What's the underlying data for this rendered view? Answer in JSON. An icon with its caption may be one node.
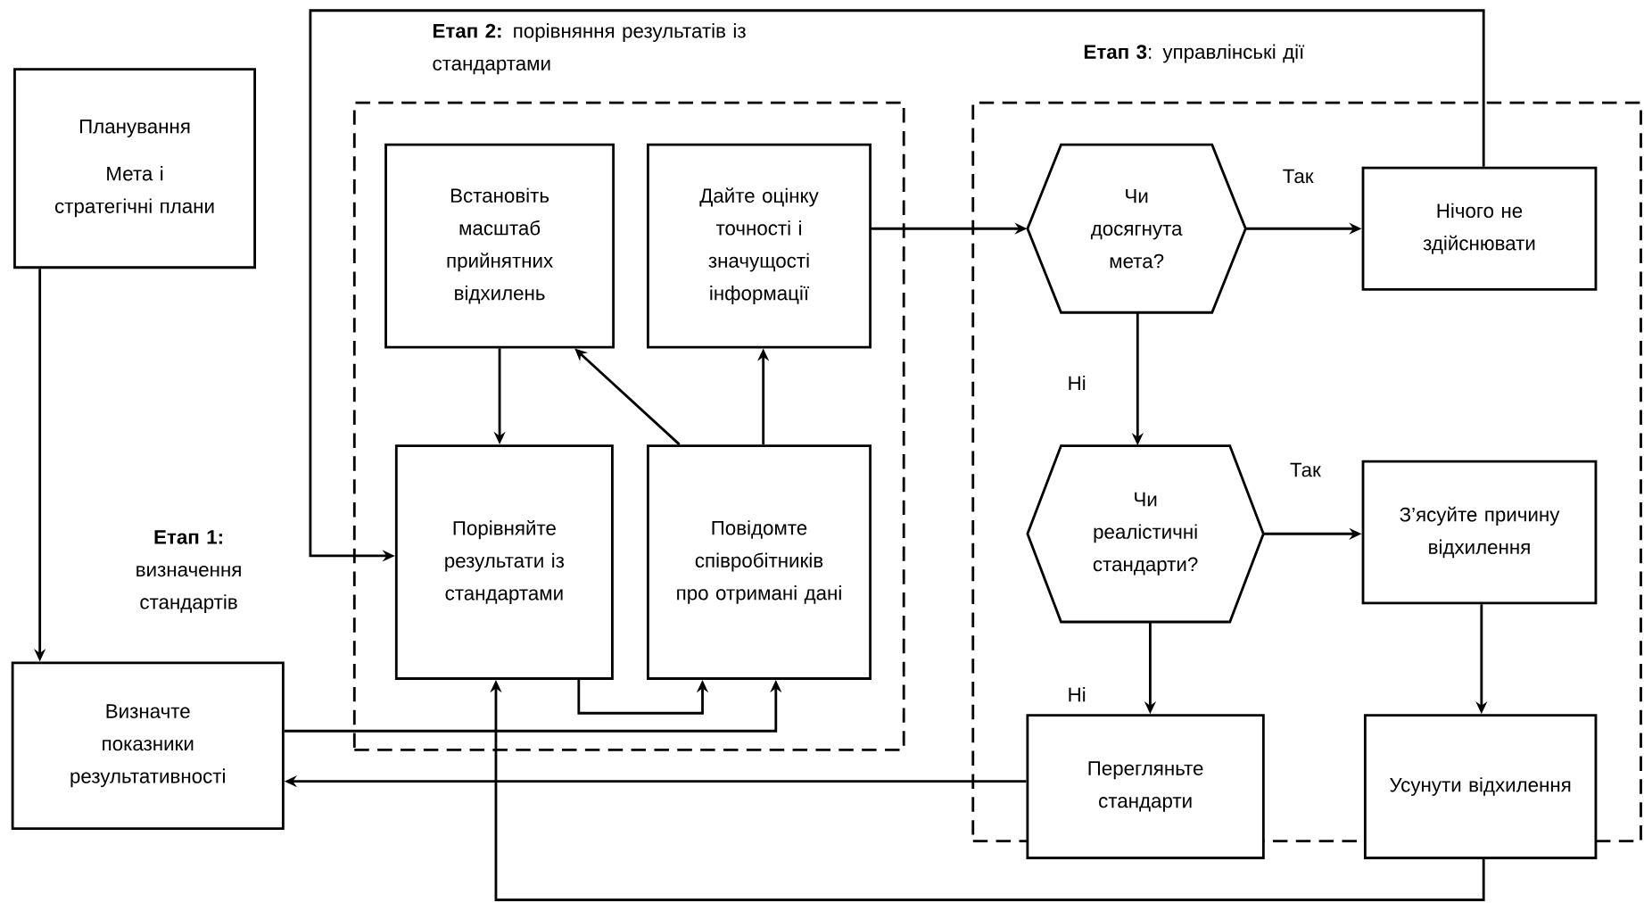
{
  "diagram": {
    "nodes": [
      {
        "text": [
          "Планування",
          "Мета і стратегічні плани"
        ]
      },
      {
        "text": [
          "Визначте показники результативності"
        ]
      },
      {
        "text": [
          "**Етап 2:** порівняння результатів із стандартами"
        ]
      },
      {
        "text": [
          "Встановіть масштаб прийнятних відхилень"
        ],
        "in": 2
      },
      {
        "text": [
          "Дайте оцінку точності і значущості інформації"
        ],
        "in": 2
      },
      {
        "text": [
          "Порівняйте результати із стандартами"
        ],
        "in": 2
      },
      {
        "text": [
          "Повідомте співробітників про отримані дані"
        ],
        "in": 2
      },
      {
        "text": [
          "**Етап 3**: управлінські дії"
        ]
      },
      {
        "text": [
          "Чи досягнута мета?"
        ],
        "in": 7
      },
      {
        "text": [
          "Нічого не здійснювати"
        ],
        "in": 7
      },
      {
        "text": [
          "Чи реалістичні стандарти?"
        ],
        "in": 7
      },
      {
        "text": [
          "З’ясуйте причину відхилення"
        ],
        "in": 7
      },
      {
        "text": [
          "Перегляньте стандарти"
        ]
      },
      {
        "text": [
          "Усунути відхилення"
        ]
      }
    ],
    "edges": [
      {
        "from": 0,
        "to": 1,
        "arrow": "to"
      },
      {
        "from": 1,
        "to": 6,
        "arrow": "to"
      },
      {
        "from": 5,
        "to": 6,
        "arrow": "to"
      },
      {
        "from": 3,
        "to": 5,
        "arrow": "to"
      },
      {
        "from": 6,
        "to": 3,
        "arrow": "to"
      },
      {
        "from": 6,
        "to": 4,
        "arrow": "to"
      },
      {
        "from": 4,
        "to": 8,
        "arrow": "to"
      },
      {
        "from": 8,
        "to": 9,
        "arrow": "to",
        "label": "Так"
      },
      {
        "from": 9,
        "to": 5,
        "arrow": "to"
      },
      {
        "from": 8,
        "to": 10,
        "arrow": "to",
        "label": "Ні"
      },
      {
        "from": 10,
        "to": 11,
        "arrow": "to",
        "label": "Так"
      },
      {
        "from": 10,
        "to": 12,
        "arrow": "to",
        "label": "Ні"
      },
      {
        "from": 11,
        "to": 13,
        "arrow": "to"
      },
      {
        "from": 12,
        "to": 1,
        "arrow": "to"
      },
      {
        "from": 13,
        "to": 5,
        "arrow": "to"
      }
    ],
    "labels": [
      "**Етап 1:** визначення стандартів"
    ]
  }
}
